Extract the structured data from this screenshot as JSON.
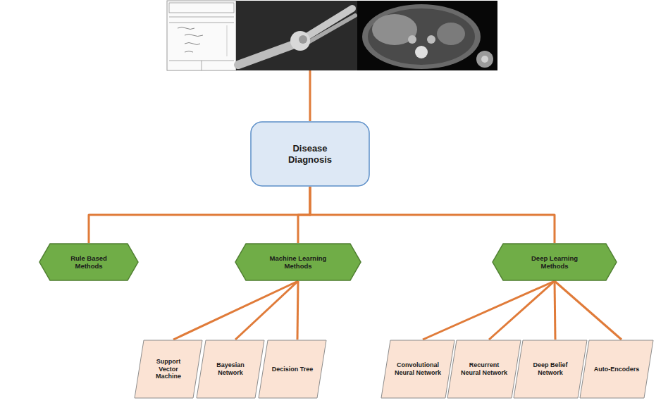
{
  "diagram": {
    "nodes": [
      {
        "text": [
          "Disease Diagnosis"
        ]
      },
      {
        "text": [
          "Rule Based Methods"
        ]
      },
      {
        "text": [
          "Machine Learning Methods"
        ]
      },
      {
        "text": [
          "Deep Learning Methods"
        ]
      },
      {
        "text": [
          "Support Vector Machine"
        ]
      },
      {
        "text": [
          "Bayesian Network"
        ]
      },
      {
        "text": [
          "Decision Tree"
        ]
      },
      {
        "text": [
          "Convolutional Neural Network"
        ]
      },
      {
        "text": [
          "Recurrent Neural Network"
        ]
      },
      {
        "text": [
          "Deep Belief Network"
        ]
      },
      {
        "text": [
          "Auto-Encoders"
        ]
      }
    ],
    "edges": [
      {
        "from": 0,
        "to": 1,
        "arrow": "none"
      },
      {
        "from": 0,
        "to": 2,
        "arrow": "none"
      },
      {
        "from": 0,
        "to": 3,
        "arrow": "none"
      },
      {
        "from": 2,
        "to": 4,
        "arrow": "none"
      },
      {
        "from": 2,
        "to": 5,
        "arrow": "none"
      },
      {
        "from": 2,
        "to": 6,
        "arrow": "none"
      },
      {
        "from": 3,
        "to": 7,
        "arrow": "none"
      },
      {
        "from": 3,
        "to": 8,
        "arrow": "none"
      },
      {
        "from": 3,
        "to": 9,
        "arrow": "none"
      },
      {
        "from": 3,
        "to": 10,
        "arrow": "none"
      }
    ]
  }
}
